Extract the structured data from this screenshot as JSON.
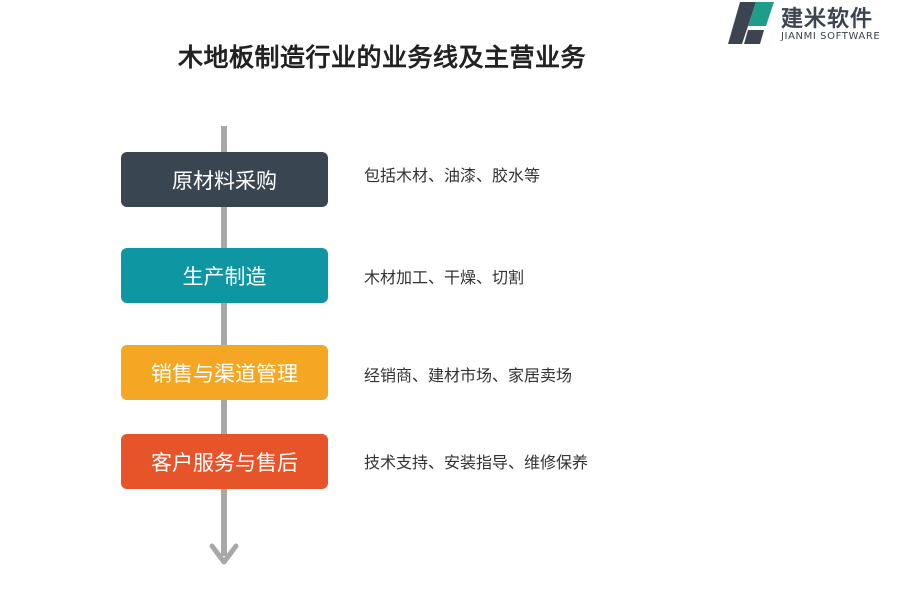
{
  "title": "木地板制造行业的业务线及主营业务",
  "logo": {
    "name": "建米软件",
    "subtitle": "JIANMI SOFTWARE"
  },
  "colors": {
    "arrow": "#a8a8a8",
    "logo_dark": "#3b4450",
    "logo_green": "#1e9e8a"
  },
  "steps": [
    {
      "label": "原材料采购",
      "description": "包括木材、油漆、胶水等",
      "color": "#3a4552"
    },
    {
      "label": "生产制造",
      "description": "木材加工、干燥、切割",
      "color": "#0e97a3"
    },
    {
      "label": "销售与渠道管理",
      "description": "经销商、建材市场、家居卖场",
      "color": "#f5a623"
    },
    {
      "label": "客户服务与售后",
      "description": "技术支持、安装指导、维修保养",
      "color": "#e8542a"
    }
  ]
}
